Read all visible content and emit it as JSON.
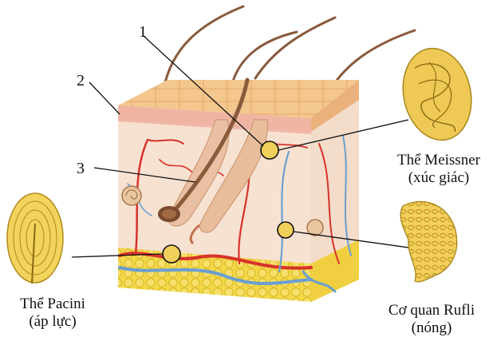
{
  "numbers": [
    "1",
    "2",
    "3"
  ],
  "receptors": {
    "meissner": {
      "name": "Thể Meissner",
      "function": "(xúc giác)"
    },
    "pacini": {
      "name": "Thể Pacini",
      "function": "(áp lực)"
    },
    "ruffini": {
      "name": "Cơ quan Rufli",
      "function": "(nóng)"
    }
  },
  "colors": {
    "skin_top": "#f2c48a",
    "dermis": "#f6dcc8",
    "fat": "#f2d23a",
    "artery": "#d8322a",
    "vein": "#6a9fd0",
    "receptor": "#f0cf5a",
    "hair": "#8a5a3c",
    "line": "#111111"
  },
  "icons": [
    "meissner-corpuscle-icon",
    "pacinian-corpuscle-icon",
    "ruffini-organ-icon"
  ]
}
